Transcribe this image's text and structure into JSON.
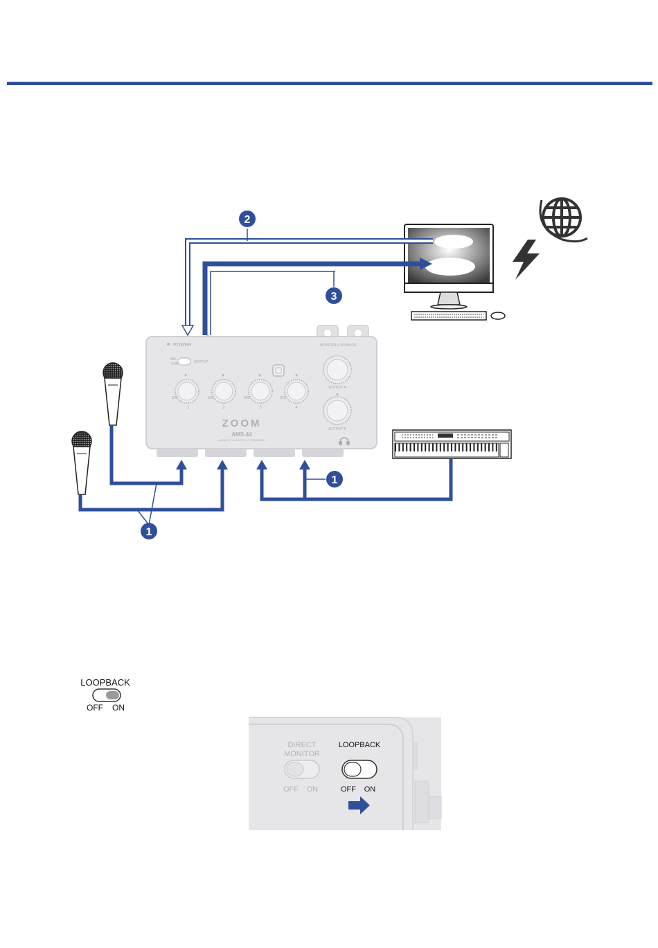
{
  "colors": {
    "accent": "#2f4f9b",
    "device": "#e6e6e8",
    "device_stroke": "#cfcfd3",
    "device_text": "#a9a9ad",
    "callout_text": "#ffffff"
  },
  "callouts": {
    "c1": "1",
    "c2": "2",
    "c3": "3"
  },
  "device": {
    "brand": "ZOOM",
    "model": "AMS-44",
    "subtitle": "AUDIO I/F for MUSIC & STREAMING",
    "power_label": "POWER",
    "switch_label_left": "MIX\nUSB",
    "switch_label_right": "OUTPUT",
    "monitor_loopback_label": "MONITOR LOOPBACK",
    "knobs": [
      {
        "id": "1",
        "prefix": "●",
        "mode": "S/G"
      },
      {
        "id": "2",
        "prefix": "",
        "mode": "S/G"
      },
      {
        "id": "3",
        "prefix": "●",
        "mode": "M/G"
      },
      {
        "id": "4",
        "prefix": "",
        "mode": "G/S"
      }
    ],
    "output_a": "OUTPUT A",
    "output_b": "OUTPUT B"
  },
  "switch_small": {
    "label": "LOOPBACK",
    "off": "OFF",
    "on": "ON"
  },
  "detail": {
    "direct_monitor_label": "DIRECT\nMONITOR",
    "loopback_label": "LOOPBACK",
    "off": "OFF",
    "on": "ON",
    "dm_off": "OFF",
    "dm_on": "ON"
  },
  "icons": [
    "globe-icon",
    "lightning-icon",
    "microphone-icon",
    "keyboard-instrument-icon",
    "computer-monitor-icon",
    "headphone-icon",
    "arrow-right-icon"
  ]
}
